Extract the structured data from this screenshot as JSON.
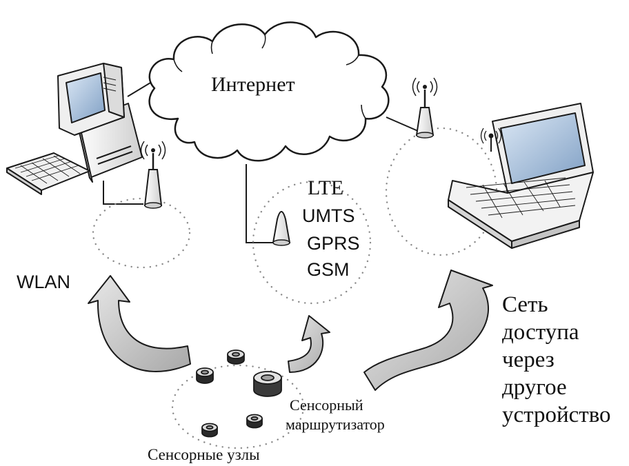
{
  "labels": {
    "internet": "Интернет",
    "cellular": [
      "LTE",
      "UMTS",
      "GPRS",
      "GSM"
    ],
    "wlan": "WLAN",
    "access_network": [
      "Сеть",
      "доступа",
      "через",
      "другое",
      "устройство"
    ],
    "sensor_router": [
      "Сенсорный",
      "маршрутизатор"
    ],
    "sensor_nodes": "Сенсорные узлы"
  },
  "colors": {
    "line": "#1a1a1a",
    "cloud_fill": "#ffffff",
    "arrow_fill": "#bfbfbf",
    "dots": "#8a8a8a",
    "screen": "#9fb8d6"
  },
  "icons": [
    "desktop-computer-icon",
    "laptop-icon",
    "antenna-icon",
    "cell-tower-icon",
    "sensor-node-icon",
    "cloud-icon"
  ]
}
